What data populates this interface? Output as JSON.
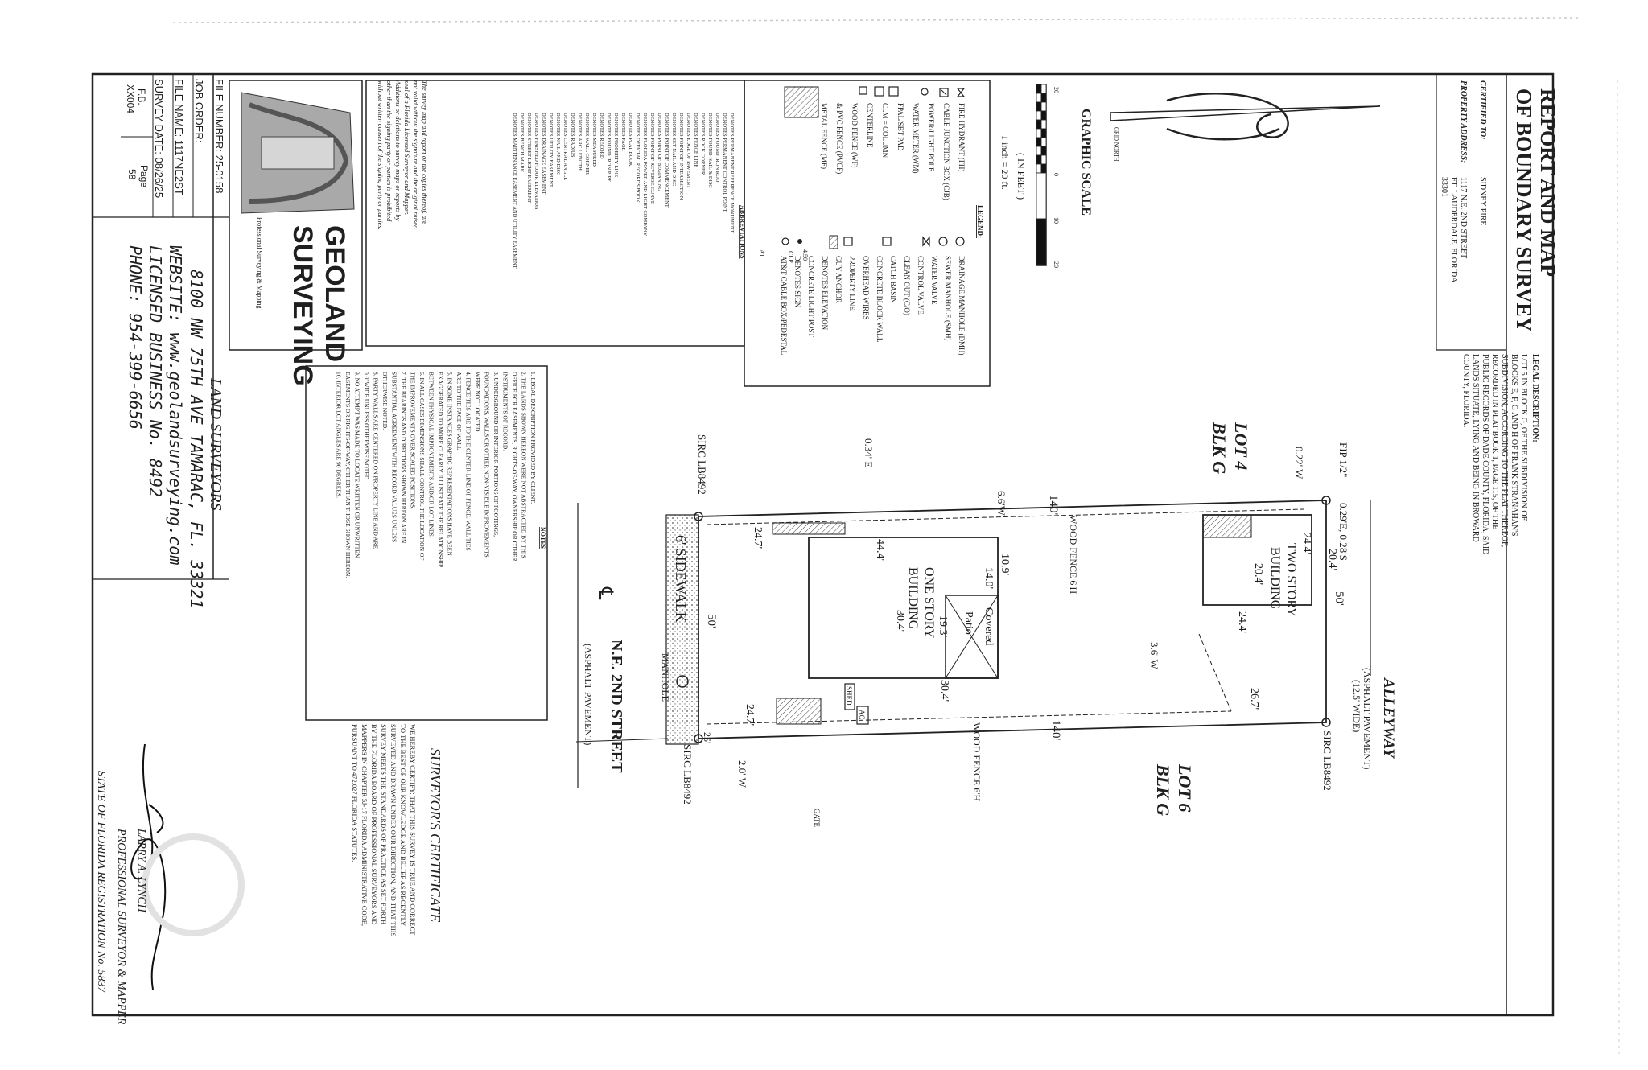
{
  "title": {
    "line1": "REPORT AND MAP",
    "line2": "OF BOUNDARY SURVEY"
  },
  "certified_to": {
    "label": "CERTIFIED TO:",
    "value": "SIDNEY PIRE"
  },
  "property_address": {
    "label": "PROPERTY ADDRESS:",
    "line1": "1117 N.E. 2ND STREET",
    "line2": "FT. LAUDERDALE, FLORIDA",
    "line3": "33301"
  },
  "legal_description": {
    "label": "LEGAL DESCRIPTION:",
    "lines": [
      "LOT 5 IN BLOCK G, OF THE SUBDIVISION OF",
      "BLOCKS E, F, G AND H OF FRANK STRANAHAN'S",
      "SUBDIVISION, ACCORDING TO THE PLAT THEREOF,",
      "RECORDED IN PLAT BOOK 1, PAGE 115, OF THE",
      "PUBLIC RECORDS OF DADE COUNTY, FLORIDA, SAID",
      "LANDS SITUATE, LYING AND BEING IN BROWARD",
      "COUNTY, FLORIDA."
    ]
  },
  "north_arrow": {
    "label": "GRID NORTH"
  },
  "scale": {
    "title": "GRAPHIC SCALE",
    "ticks": [
      "20",
      "0",
      "10",
      "20"
    ],
    "unit": "( IN FEET )",
    "ratio": "1 inch = 20 ft."
  },
  "legend": {
    "title": "LEGEND:",
    "left": [
      "FIRE HYDRANT (FH)",
      "CABLE JUNCTION BOX (CJB)",
      "POWER/LIGHT POLE",
      "WATER METER (WM)",
      "FPAL/SBT PAD",
      "CLM = COLUMN",
      "CENTERLINE",
      "WOOD FENCE (WF)",
      "& PVC FENCE (PVCF)",
      "METAL FENCE (MF)"
    ],
    "right": [
      "DRAINAGE MANHOLE (DMH)",
      "SEWER MANHOLE (SMH)",
      "WATER VALVE",
      "CONTROL VALVE",
      "CLEAN OUT (C/O)",
      "CATCH BASIN",
      "CONCRETE BLOCK WALL",
      "OVERHEAD WIRES",
      "PROPERTY LINE",
      "GUY ANCHOR",
      "DENOTES ELEVATION",
      "CONCRETE LIGHT POST",
      "DENOTES SIGN",
      "AT&T CABLE BOX/PEDESTAL"
    ],
    "symbols": {
      "elev": "4.50'",
      "clp": "CLP",
      "at": "AT"
    }
  },
  "abbreviations": {
    "title": "ABBREVIATIONS",
    "lines": [
      "DENOTES PERMANENT REFERENCE MONUMENT",
      "DENOTES PERMANENT CONTROL POINT",
      "DENOTES FOUND IRON ROD",
      "DENOTES FOUND NAIL & DISC",
      "DENOTES ROCK CORNER",
      "DENOTES FENCE LINE",
      "DENOTES EDGE OF PAVEMENT",
      "DENOTES POINT OF INTERSECTION",
      "DENOTES SET NAIL AND DISC",
      "DENOTES POINT OF COMMENCEMENT",
      "DENOTES POINT OF BEGINNING",
      "DENOTES POINT OF REVERSE CURVE",
      "DENOTES FLORIDA POWER AND LIGHT COMPANY",
      "DENOTES OFFICIAL RECORDS BOOK",
      "DENOTES PLAT BOOK",
      "DENOTES PAGE",
      "DENOTES PROPERTY LINE",
      "DENOTES FOUND IRON PIPE",
      "DENOTES RECORD",
      "DENOTES MEASURED",
      "DENOTES WALL CORNER",
      "DENOTES ARC LENGTH",
      "DENOTES RADIUS",
      "DENOTES CENTRAL ANGLE",
      "DENOTES NAIL AND DISC",
      "DENOTES UTILITY EASEMENT",
      "DENOTES DRAINAGE EASEMENT",
      "DENOTES FINISHED FLOOR ELEVATION",
      "DENOTES STREET LIGHT EASEMENT",
      "DENOTES BENCH MARK",
      "DENOTES MAINTENANCE EASEMENT AND UTILITY EASEMENT"
    ],
    "disclaimer": [
      "The survey map and report or the copies thereof, are",
      "not valid without the signature and the original raised",
      "seal of a Florida Licensed Surveyor and Mapper.",
      "Additions or deletions to survey maps or reports by",
      "other than the signing party or parties is prohibited",
      "without written consent of the signing party or parties."
    ]
  },
  "notes": {
    "title": "NOTES",
    "lines": [
      "1. LEGAL DESCRIPTION PROVIDED BY CLIENT.",
      "2. THE LANDS SHOWN HEREON WERE NOT ABSTRACTED BY THIS",
      "   OFFICE FOR EASEMENTS, RIGHTS-OF-WAY, OWNERSHIP OR OTHER",
      "   INSTRUMENTS OF RECORD.",
      "3. UNDERGROUND OR INTERIOR PORTIONS OF FOOTINGS,",
      "   FOUNDATIONS, WALLS OR OTHER NON-VISIBLE IMPROVEMENTS",
      "   WERE NOT LOCATED.",
      "4. FENCE TIES ARE TO THE CENTER-LINE OF FENCE. WALL TIES",
      "   ARE TO THE FACE OF WALL.",
      "5. IN SOME INSTANCES GRAPHIC REPRESENTATIONS HAVE BEEN",
      "   EXAGGERATED TO MORE CLEARLY ILLUSTRATE THE RELATIONSHIP",
      "   BETWEEN PHYSICAL IMPROVEMENTS AND/OR LOT LINES.",
      "6. IN ALL CASES DIMENSIONS SHALL CONTROL THE LOCATION OF",
      "   THE IMPROVEMENTS OVER SCALED POSITIONS.",
      "7. THE BEARINGS AND DIRECTIONS SHOWN HEREON ARE IN",
      "   SUBSTANTIAL AGREEMENT WITH RECORD VALUES UNLESS",
      "   OTHERWISE NOTED.",
      "8. PARTY WALLS ARE CENTERED ON PROPERTY LINE AND ARE",
      "   0.0' WIDE UNLESS OTHERWISE NOTED.",
      "9. NO ATTEMPT WAS MADE TO LOCATE WRITTEN OR UNWRITTEN",
      "   EASEMENTS OR RIGHTS-OF-WAY, OTHER THAN THOSE SHOWN HEREON.",
      "10. INTERIOR LOT ANGLES ARE 90 DEGREES."
    ]
  },
  "company": {
    "name1": "GEOLAND",
    "name2": "SURVEYING",
    "tagline": "Professional Surveying & Mapping"
  },
  "job_info": {
    "file_number": "FILE NUMBER: 25-0158",
    "job_order": "JOB ORDER:",
    "file_name": "FILE NAME:    1117NE2ST",
    "survey_date": "SURVEY DATE: 08/26/25",
    "fb": "F.B.",
    "fb_value": "XX004",
    "page": "Page",
    "page_value": "58"
  },
  "contact": {
    "heading": "LAND SURVEYORS",
    "address": "8100 NW 75TH AVE TAMARAC, FL. 33321",
    "website": "WEBSITE: www.geolandsurveying.com",
    "license": "LICENSED BUSINESS No. 8492",
    "phone": "PHONE: 954-399-6656"
  },
  "certificate": {
    "title": "SURVEYOR'S CERTIFICATE",
    "lines": [
      "WE HEREBY CERTIFY: THAT THIS SURVEY IS TRUE AND CORRECT",
      "TO THE BEST OF OUR KNOWLEDGE AND BELIEF AS RECENTLY",
      "SURVEYED AND DRAWN UNDER OUR DIRECTION, AND THAT THIS",
      "SURVEY MEETS THE STANDARDS OF PRACTICE AS SET FORTH",
      "BY THE FLORIDA BOARD OF PROFESSIONAL SURVEYORS AND",
      "MAPPERS IN CHAPTER 5J-17 FLORIDA ADMINISTRATIVE CODE,",
      "PURSUANT TO 472.027 FLORIDA STATUTES."
    ],
    "surveyor": "LARRY A. LYNCH",
    "role": "PROFESSIONAL SURVEYOR & MAPPER",
    "registration": "STATE OF FLORIDA REGISTRATION No. 5837"
  },
  "plan": {
    "alleyway": "ALLEYWAY",
    "alley_sub1": "(ASPHALT PAVEMENT)",
    "alley_sub2": "(12.5' WIDE)",
    "street": "N.E. 2ND STREET",
    "street_sub": "(ASPHALT PAVEMENT)",
    "centerline": "℄",
    "sidewalk": "6' SIDEWALK",
    "manhole": "MANHOLE",
    "lot4": "LOT 4",
    "lot4_blk": "BLK G",
    "lot6": "LOT 6",
    "lot6_blk": "BLK G",
    "fip": "FIP 1/2\"",
    "sirc": "SIRC LB8492",
    "fence_label": "WOOD FENCE 6'H",
    "two_story1": "TWO STORY",
    "two_story2": "BUILDING",
    "one_story1": "ONE STORY",
    "one_story2": "BUILDING",
    "patio1": "Covered",
    "patio2": "Patio",
    "shed": "SHED",
    "ac": "AC",
    "gate": "GATE",
    "dims": {
      "d140": "140'",
      "d50": "50'",
      "d244": "24.4'",
      "d204": "20.4'",
      "d267": "26.7'",
      "d247": "24.7'",
      "d444": "44.4'",
      "d109": "10.9'",
      "d140b": "14.0'",
      "d304": "30.4'",
      "d193": "19.3'",
      "d25": "25'",
      "w022": "0.22' W",
      "e029": "0.29'E, 0.28'S",
      "w36": "3.6' W",
      "w66": "6.6'W",
      "e034": "0.34' E",
      "w20": "2.0' W"
    }
  }
}
